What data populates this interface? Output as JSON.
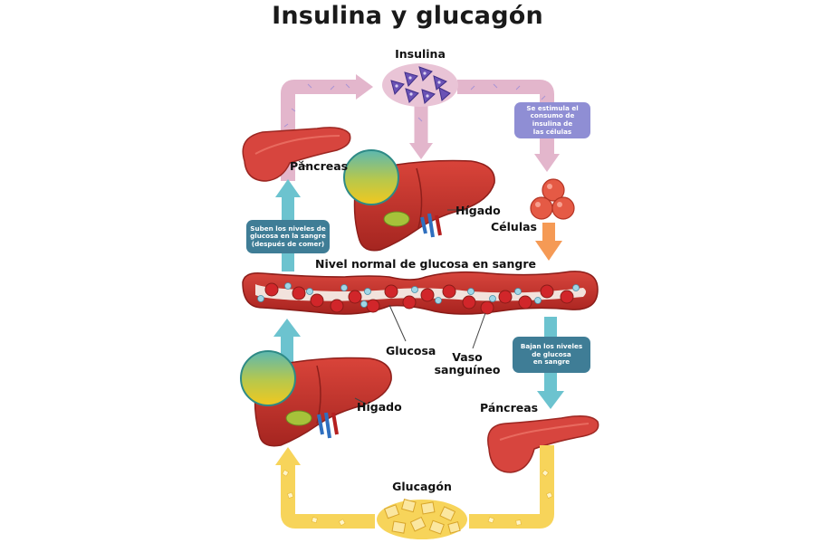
{
  "title": "Insulina y glucagón",
  "labels": {
    "insulina": "Insulina",
    "pancreas_top": "Páncreas",
    "higado_top": "Hígado",
    "celulas": "Células",
    "nivel_normal": "Nivel normal de glucosa en sangre",
    "glucosa": "Glucosa",
    "vaso_line1": "Vaso",
    "vaso_line2": "sanguíneo",
    "higado_bottom": "Hígado",
    "pancreas_bottom": "Páncreas",
    "glucagon": "Glucagón"
  },
  "boxes": {
    "estimula": [
      "Se estimula el",
      "consumo de",
      "insulina de",
      "las células"
    ],
    "suben": [
      "Suben los niveles de",
      "glucosa en la sangre",
      "(después de comer)"
    ],
    "bajan": [
      "Bajan los niveles",
      "de glucosa",
      "en sangre"
    ]
  },
  "colors": {
    "insulin_path": "#e3b6cc",
    "glucagon_path": "#f7d45a",
    "up_arrow": "#6cc3cf",
    "down_arrow_orange": "#f59a55",
    "down_arrow_blue": "#6cc3cf",
    "vessel": "#c9302c",
    "liver": "#c8352e",
    "box_teal": "#3f7d96",
    "box_purple": "#8f8ed4"
  }
}
